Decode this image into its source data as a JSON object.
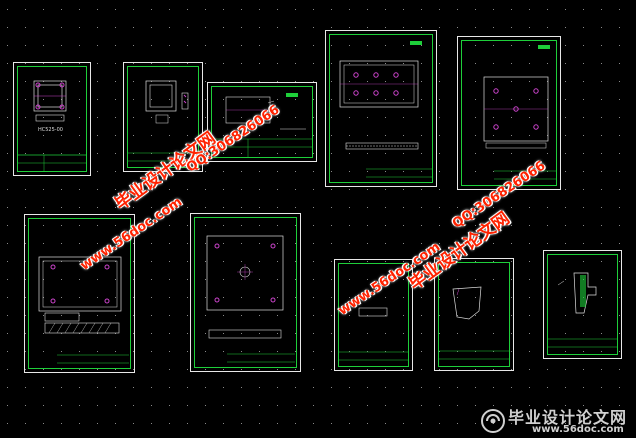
{
  "viewer": {
    "background": "#000000",
    "frame_color": "#e8e8e8",
    "border_color": "#1ecf3a",
    "entity_color": "#cc44cc",
    "watermark_color": "#ff2200"
  },
  "sheets": [
    {
      "name": "sheet-bracket-plan",
      "label": "HC525-00"
    },
    {
      "name": "sheet-bracket-side",
      "label": ""
    },
    {
      "name": "sheet-plate-landscape",
      "label": ""
    },
    {
      "name": "sheet-die-plate-top",
      "label": ""
    },
    {
      "name": "sheet-die-plate-right",
      "label": ""
    },
    {
      "name": "sheet-base-assembly",
      "label": ""
    },
    {
      "name": "sheet-punch-plate",
      "label": ""
    },
    {
      "name": "sheet-small-1",
      "label": ""
    },
    {
      "name": "sheet-small-2",
      "label": ""
    },
    {
      "name": "sheet-small-3",
      "label": ""
    }
  ],
  "watermarks": {
    "site_cn": "毕业设计论文网",
    "site_url": "www.56doc.com",
    "qq": "QQ:306826066"
  },
  "logo": {
    "text": "毕业设计论文网",
    "url": "www.56doc.com"
  }
}
